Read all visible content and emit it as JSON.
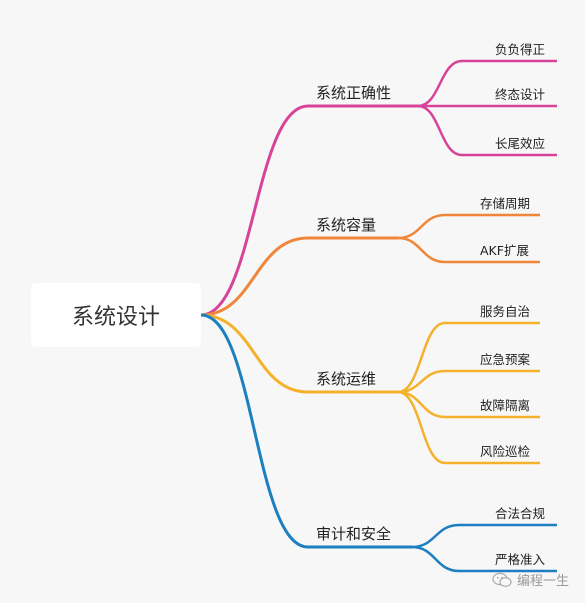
{
  "root": {
    "label": "系统设计"
  },
  "branches": [
    {
      "label": "系统正确性",
      "color": "#d8439a",
      "leaves": [
        "负负得正",
        "终态设计",
        "长尾效应"
      ]
    },
    {
      "label": "系统容量",
      "color": "#f0863a",
      "leaves": [
        "存储周期",
        "AKF扩展"
      ]
    },
    {
      "label": "系统运维",
      "color": "#f5b12c",
      "leaves": [
        "服务自治",
        "应急预案",
        "故障隔离",
        "风险巡检"
      ]
    },
    {
      "label": "审计和安全",
      "color": "#1c7fc0",
      "leaves": [
        "合法合规",
        "严格准入"
      ]
    }
  ],
  "watermark": {
    "text": "编程一生",
    "icon": "wechat-icon"
  }
}
